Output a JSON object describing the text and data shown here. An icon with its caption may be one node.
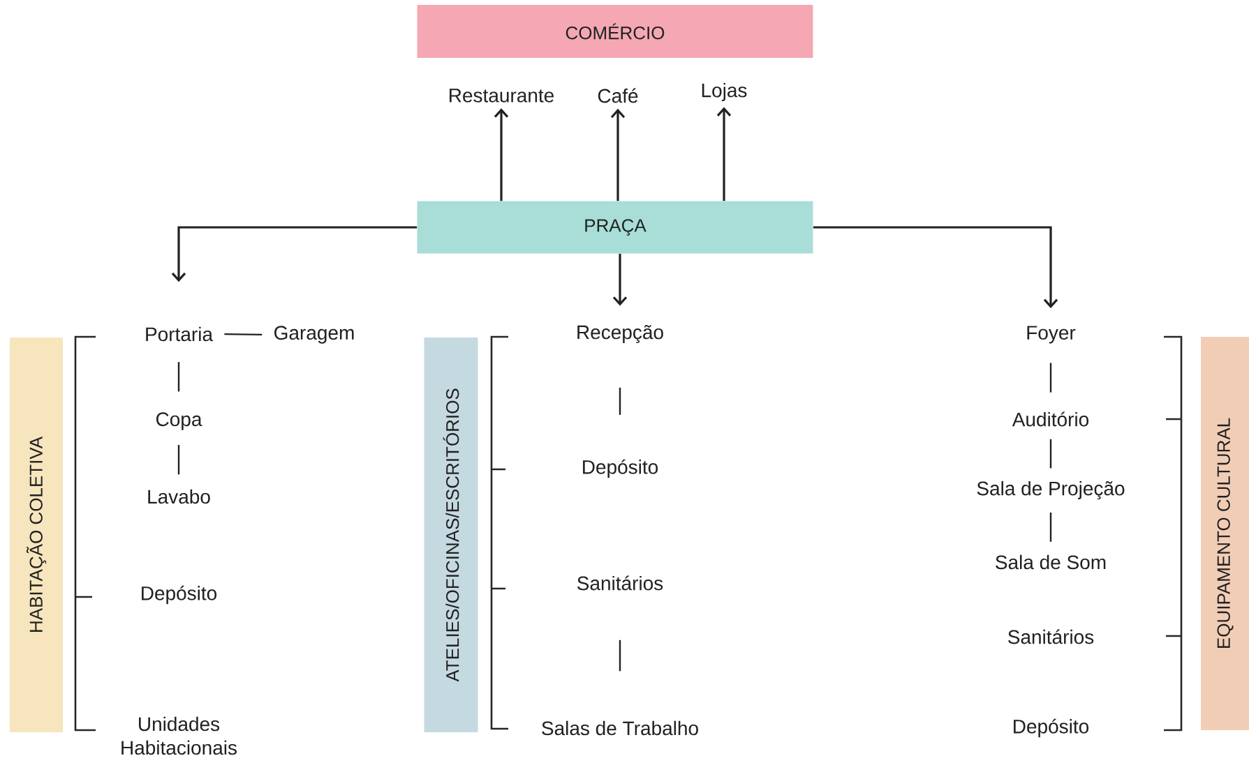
{
  "diagram": {
    "nodes": [
      {
        "text": [
          "COMÉRCIO"
        ]
      },
      {
        "text": [
          "Restaurante"
        ]
      },
      {
        "text": [
          "Café"
        ]
      },
      {
        "text": [
          "Lojas"
        ]
      },
      {
        "text": [
          "PRAÇA"
        ]
      },
      {
        "text": [
          "HABITAÇÃO COLETIVA"
        ]
      },
      {
        "text": [
          "Portaria"
        ]
      },
      {
        "text": [
          "Garagem"
        ]
      },
      {
        "text": [
          "Copa"
        ]
      },
      {
        "text": [
          "Lavabo"
        ]
      },
      {
        "text": [
          "Depósito"
        ]
      },
      {
        "text": [
          "Unidades Habitacionais"
        ]
      },
      {
        "text": [
          "ATELIES/OFICINAS/ESCRITÓRIOS"
        ]
      },
      {
        "text": [
          "Recepção"
        ]
      },
      {
        "text": [
          "Depósito"
        ]
      },
      {
        "text": [
          "Sanitários"
        ]
      },
      {
        "text": [
          "Salas de Trabalho"
        ]
      },
      {
        "text": [
          "Foyer"
        ]
      },
      {
        "text": [
          "Auditório"
        ]
      },
      {
        "text": [
          "Sala de Projeção"
        ]
      },
      {
        "text": [
          "Sala de Som"
        ]
      },
      {
        "text": [
          "Sanitários"
        ]
      },
      {
        "text": [
          "Depósito"
        ]
      },
      {
        "text": [
          "EQUIPAMENTO CULTURAL"
        ]
      }
    ],
    "edges": [
      {
        "from": 4,
        "to": 1,
        "arrow": "to"
      },
      {
        "from": 4,
        "to": 2,
        "arrow": "to"
      },
      {
        "from": 4,
        "to": 3,
        "arrow": "to"
      },
      {
        "from": 4,
        "to": 6,
        "arrow": "to"
      },
      {
        "from": 4,
        "to": 13,
        "arrow": "to"
      },
      {
        "from": 4,
        "to": 17,
        "arrow": "to"
      },
      {
        "from": 6,
        "to": 7,
        "arrow": "none"
      },
      {
        "from": 6,
        "to": 8,
        "arrow": "none"
      },
      {
        "from": 8,
        "to": 9,
        "arrow": "none"
      },
      {
        "from": 13,
        "to": 14,
        "arrow": "none"
      },
      {
        "from": 15,
        "to": 16,
        "arrow": "none"
      },
      {
        "from": 17,
        "to": 18,
        "arrow": "none"
      },
      {
        "from": 18,
        "to": 19,
        "arrow": "none"
      },
      {
        "from": 19,
        "to": 20,
        "arrow": "none"
      }
    ]
  }
}
